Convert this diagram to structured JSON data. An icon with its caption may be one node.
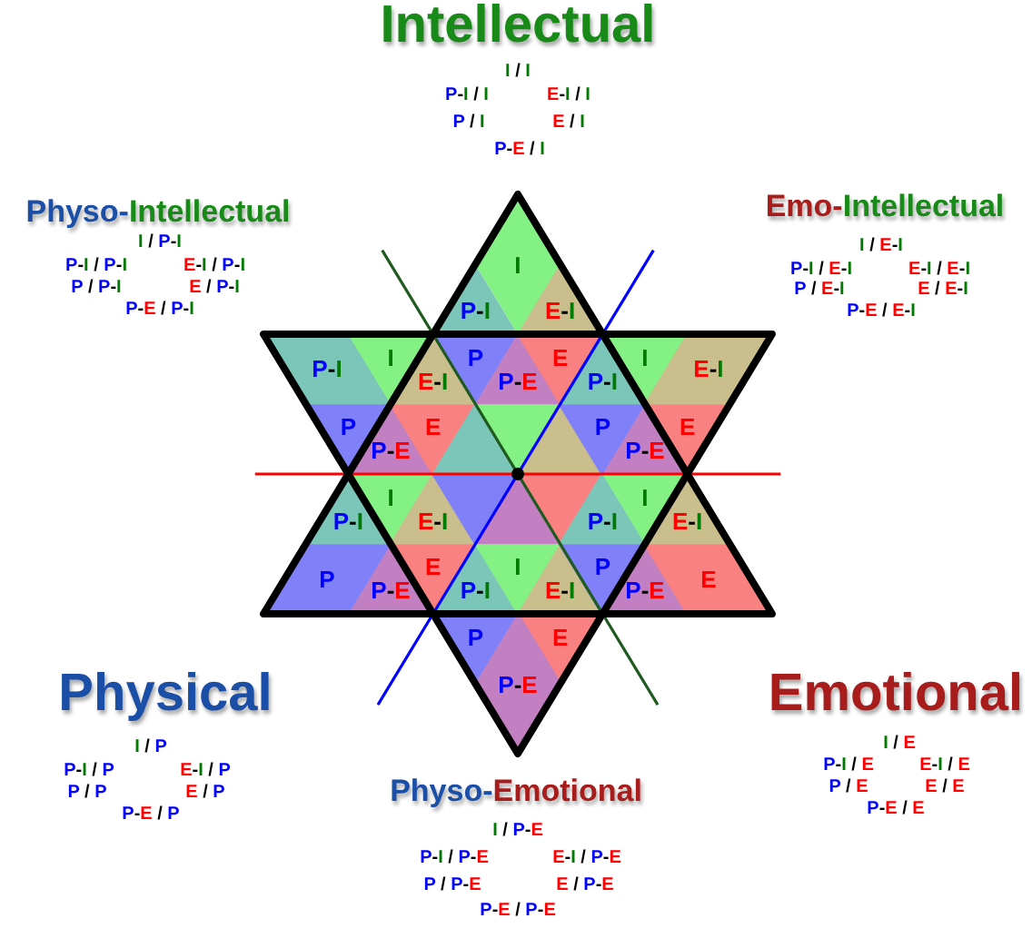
{
  "diagram": {
    "nodes": [
      {
        "text": [
          "I"
        ]
      },
      {
        "text": [
          "P-I"
        ]
      },
      {
        "text": [
          "E-I"
        ]
      },
      {
        "text": [
          "P-I"
        ]
      },
      {
        "text": [
          "I"
        ]
      },
      {
        "text": [
          "E-I"
        ]
      },
      {
        "text": [
          "P"
        ]
      },
      {
        "text": [
          "P-E"
        ]
      },
      {
        "text": [
          "E"
        ]
      },
      {
        "text": [
          "P-I"
        ]
      },
      {
        "text": [
          "I"
        ]
      },
      {
        "text": [
          "E-I"
        ]
      },
      {
        "text": [
          "P"
        ]
      },
      {
        "text": [
          "P-E"
        ]
      },
      {
        "text": [
          "E"
        ]
      },
      {
        "text": [],
        "shape": "triangle"
      },
      {
        "text": [],
        "shape": "triangle"
      },
      {
        "text": [],
        "shape": "triangle"
      },
      {
        "text": [
          "P"
        ]
      },
      {
        "text": [
          "P-E"
        ]
      },
      {
        "text": [
          "E"
        ]
      },
      {
        "text": [
          "P-I"
        ]
      },
      {
        "text": [
          "I"
        ]
      },
      {
        "text": [
          "E-I"
        ]
      },
      {
        "text": [],
        "shape": "triangle"
      },
      {
        "text": [],
        "shape": "triangle"
      },
      {
        "text": [],
        "shape": "triangle"
      },
      {
        "text": [
          "P-I"
        ]
      },
      {
        "text": [
          "I"
        ]
      },
      {
        "text": [
          "E-I"
        ]
      },
      {
        "text": [
          "P"
        ]
      },
      {
        "text": [
          "P-E"
        ]
      },
      {
        "text": [
          "E"
        ]
      },
      {
        "text": [
          "P-I"
        ]
      },
      {
        "text": [
          "I"
        ]
      },
      {
        "text": [
          "E-I"
        ]
      },
      {
        "text": [
          "P"
        ]
      },
      {
        "text": [
          "P-E"
        ]
      },
      {
        "text": [
          "E"
        ]
      },
      {
        "text": [
          "P"
        ]
      },
      {
        "text": [
          "E"
        ]
      },
      {
        "text": [
          "P-E"
        ]
      }
    ],
    "labels": [
      "Intellectual",
      "I / I",
      "P-I / I",
      "E-I / I",
      "P / I",
      "E / I",
      "P-E / I",
      "Physo-Intellectual",
      "I / P-I",
      "P-I / P-I",
      "E-I / P-I",
      "P / P-I",
      "E / P-I",
      "P-E / P-I",
      "Emo-Intellectual",
      "I / E-I",
      "P-I / E-I",
      "E-I / E-I",
      "P / E-I",
      "E / E-I",
      "P-E / E-I",
      "Physical",
      "I / P",
      "P-I / P",
      "E-I / P",
      "P / P",
      "E / P",
      "P-E / P",
      "Emotional",
      "I / E",
      "P-I / E",
      "E-I / E",
      "P / E",
      "E / E",
      "P-E / E",
      "Physo-Emotional",
      "I / P-E",
      "P-I / P-E",
      "E-I / P-E",
      "P / P-E",
      "E / P-E",
      "P-E / P-E"
    ]
  }
}
